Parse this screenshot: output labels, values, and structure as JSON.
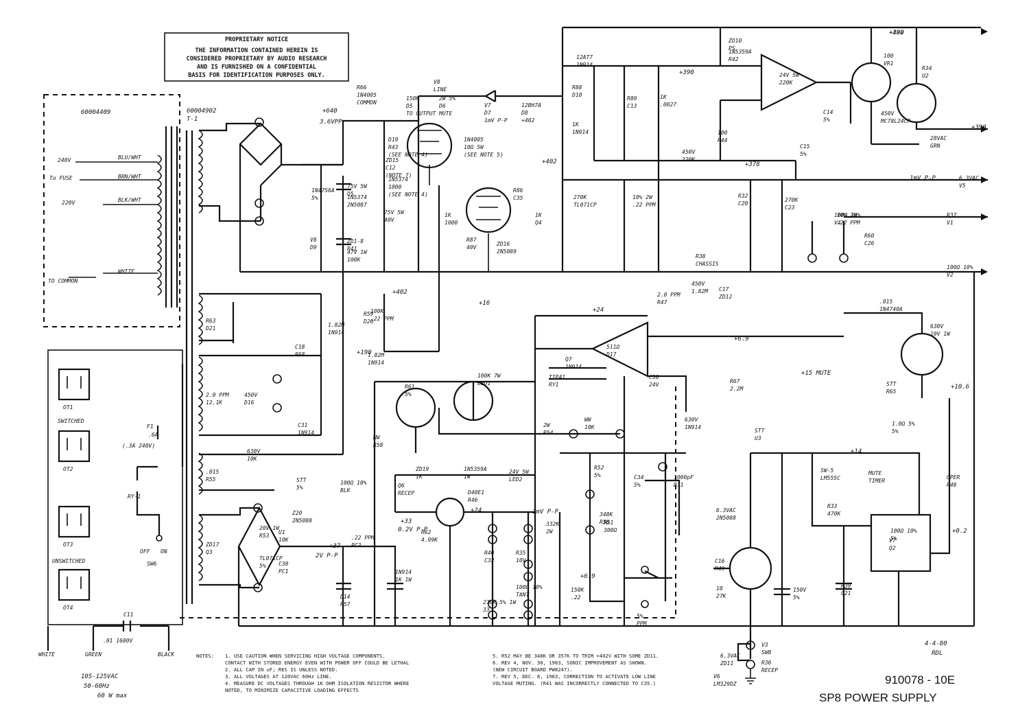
{
  "notice": {
    "title": "PROPRIETARY NOTICE",
    "lines": [
      "THE INFORMATION CONTAINED HEREIN IS",
      "CONSIDERED PROPRIETARY BY AUDIO RESEARCH",
      "AND IS FURNISHED ON A CONFIDENTIAL",
      "BASIS FOR IDENTIFICATION PURPOSES ONLY."
    ]
  },
  "drawing": {
    "number": "910078 - 10E",
    "title": "SP8 POWER SUPPLY",
    "date": "4-4-80",
    "initials": "RDL"
  },
  "primary": {
    "box_part": "60004409",
    "taps": [
      "240V",
      "220V",
      "To FUSE",
      "WHITE",
      "TO COMMON"
    ],
    "wires": [
      "BLU/WHT",
      "BRN/WHT",
      "BLK/WHT"
    ]
  },
  "transformer": {
    "part": "60004902",
    "ref": "T-1"
  },
  "ac": {
    "outlets": [
      "OT1",
      "OT2",
      "OT3",
      "OT4"
    ],
    "groups": [
      "SWITCHED",
      "UNSWITCHED"
    ],
    "terminals": [
      "WHITE",
      "GREEN",
      "BLACK"
    ],
    "input": [
      "105-125VAC",
      "50-60Hz",
      "60 W max"
    ],
    "fuse": [
      "F1",
      ".6A",
      "(.3A 240V)"
    ],
    "relay": "RY-1",
    "switch": [
      "SW6",
      "OFF",
      "ON"
    ],
    "cap": [
      "C11",
      ".01 1600V"
    ]
  },
  "labels": [
    "+640",
    "3.6VPP",
    "+390",
    "+402",
    "+390",
    "+378",
    "+402",
    "+16",
    "+24",
    "+6.9",
    "+402",
    "+190",
    "+37",
    "2V P-P",
    "+24",
    "+33",
    "0.2V P-P",
    "1mV P-P",
    "+6.9",
    "+14",
    "+15 MUTE",
    "+10.6",
    "+0.2",
    "1mV P-P",
    "+390"
  ],
  "components": [
    "R66",
    "150K",
    "2W 5%",
    "V7",
    "12BH7A",
    "D19",
    "1N4005",
    "ZD15",
    "1N5374",
    "75V 5W",
    "R86",
    "1K",
    "R87",
    "1K",
    "ZD16",
    "75V 5W",
    "1N5374",
    "ZD1-8",
    "47V 1W",
    "1N4756A",
    "V8",
    "12AT7",
    "R88",
    "1K",
    "R89",
    "1K",
    "ZD10",
    "1N5359A",
    "24V 5W",
    "C14",
    "100",
    "450V",
    "C15",
    "100",
    "450V",
    "R34",
    "270K",
    "10% 2W",
    "R32",
    "270K",
    "10% 2W",
    "R60",
    "100K",
    "R63",
    "1.82M",
    "R59",
    "1.82M",
    "C18",
    "2.0 PPM",
    "450V",
    "C31",
    ".015",
    "630V",
    "STT",
    "ZD17",
    "Z20",
    "20V 1W",
    "U1",
    "TL071CP",
    "C30",
    ".22 PPM",
    "D14",
    "1N914",
    "R61",
    "100K 7W",
    "WW",
    "ZD19",
    "1N5359A",
    "24V 5W",
    "Q6",
    "D40E1",
    "R62",
    "511Ω",
    "Q7",
    "TIP41",
    "C18",
    "2.0 PPM",
    "450V",
    "C17",
    ".015",
    "630V",
    "STT",
    "R67",
    "1.0Ω 5%",
    "2W",
    "WW",
    "R52",
    "348K",
    "R51",
    "332K",
    "C34",
    "1000pF",
    "630V",
    "STT",
    "SW-5",
    "MUTE",
    "OPER",
    "R33",
    "100Ω 10%",
    "V7",
    "6.3VAC",
    "C16",
    "10",
    "150V",
    "R39",
    "150K",
    "5%",
    "R40",
    "270K 5% 1W",
    "R35",
    "100Ω 10%",
    "6.3VAC",
    "V6",
    "V3",
    "R36",
    "100Ω 10%",
    "R37",
    "100Ω 10%",
    "6.3VAC",
    "V8",
    "R38",
    "100Ω 10%",
    "28VAC",
    "1N4005",
    "D5",
    "D6",
    "D7",
    "D8",
    "R43",
    "10Ω 5W",
    "C12",
    "1000",
    "40V",
    "C35",
    "1000",
    "40V",
    "Q4",
    "2N5089",
    "Q5",
    "2N5087",
    "R41",
    "100K",
    "5%",
    "D9",
    "1N914",
    "D10",
    "1N914",
    "C13",
    ".0027",
    "PS",
    "R42",
    "220K",
    "5%",
    "R44",
    "220K",
    "5%",
    "VR1",
    "MC78L24CP",
    "U2",
    "TL071CP",
    ".22 PPM",
    "C20",
    "C23",
    ".22 PPM",
    "C26",
    ".22 PPM",
    "D21",
    "1N914",
    "D20",
    "1N914",
    "R68",
    "12.1K",
    "D16",
    "1N914",
    "R55",
    "10K",
    "5%",
    "Q3",
    "2N5088",
    "R53",
    "10K",
    "5%",
    "PC1",
    "PC2",
    "R57",
    "1K 1W",
    "5%",
    "LED1",
    "R58",
    "1K",
    "1W",
    "LED2",
    "RECEP",
    "R46",
    "4.99K",
    "D17",
    "1N914",
    "RY1",
    "24V",
    "R47",
    "1.82M",
    "ZD12",
    "1N4740A",
    "10V 1W",
    "R65",
    "2.2M",
    "5%",
    "R54",
    "10K",
    "5%",
    "R56",
    "300Ω",
    "2W",
    "5%",
    "D11",
    "1N914",
    "U3",
    "LM555C",
    "TIMER",
    "R48",
    "470K",
    "5%",
    "Q2",
    "2N5088",
    "R49",
    "27K",
    "5%",
    "C21",
    ".22",
    "PPM",
    "C32",
    "33",
    "10V",
    "TANT",
    "ZD11",
    "LM329DZ",
    "SW8",
    "RECEP",
    "V2",
    "V1",
    "V4",
    "V5",
    "LINE",
    "CHASSIS",
    "BLK",
    "GRN",
    "COMMON",
    "TO OUTPUT",
    "MUTE",
    "1mV P-P",
    "+402",
    "(SEE NOTE 4)",
    "(SEE NOTE 5)",
    "(NOTE 7)",
    "(SEE NOTE 4)"
  ],
  "notes": {
    "heading": "NOTES:",
    "left": [
      "1.  USE CAUTION WHEN SERVICING HIGH VOLTAGE COMPONENTS.",
      "     CONTACT WITH STORED ENERGY EVEN WITH POWER OFF COULD BE LETHAL",
      "2.  ALL CAP IN uF; RES IS UNLESS NOTED.",
      "3.  ALL VOLTAGES AT 120VAC 60Hz LINE.",
      "4.  MEASURE DC VOLTAGES THROUGH 1K OHM ISOLATION RESISTOR WHERE",
      "     NOTED, TO MINIMIZE CAPACITIVE LOADING EFFECTS"
    ],
    "right": [
      "5.  R52 MAY BE 348K OR 357K TO TRIM +402V WITH SOME ZD11.",
      "6.  REV 4, NOV. 30, 1983, SONIC IMPROVEMENT AS SHOWN.",
      "     (NEW CIRCUIT BOARD PW8247).",
      "7.  REV 5, DEC. 8, 1983, CORRECTION TO ACTIVATE LOW LINE",
      "     VOLTAGE MUTING.  (R41 WAS INCORRECTLY CONNECTED TO C35.)"
    ]
  }
}
